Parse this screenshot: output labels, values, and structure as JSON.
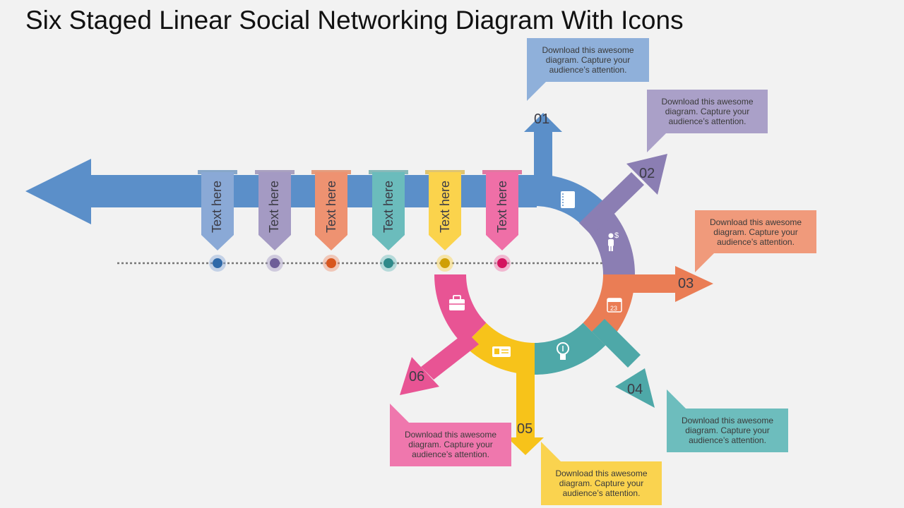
{
  "title": "Six Staged Linear Social Networking Diagram With Icons",
  "colors": {
    "blue": "#5b8fc9",
    "purple": "#8b7eb3",
    "orange": "#ea7d55",
    "teal": "#4ea8a8",
    "yellow": "#f7c31a",
    "pink": "#e85494",
    "salmon": "#ee9271"
  },
  "tabs": [
    {
      "label": "Text here",
      "color": "#8aa9d6",
      "dot": "#2f69a8"
    },
    {
      "label": "Text here",
      "color": "#a49ac3",
      "dot": "#6e5e98"
    },
    {
      "label": "Text here",
      "color": "#ee9271",
      "dot": "#d8561e"
    },
    {
      "label": "Text here",
      "color": "#6bbcbc",
      "dot": "#2f8a8a"
    },
    {
      "label": "Text here",
      "color": "#fbd34c",
      "dot": "#cf9f05"
    },
    {
      "label": "Text here",
      "color": "#ef6fa7",
      "dot": "#d4145f"
    }
  ],
  "stages": [
    {
      "number": "01",
      "icon": "notebook-icon",
      "color": "#5b8fc9",
      "callout": "Download this awesome diagram. Capture your audience’s attention.",
      "callout_color": "#8fb0da"
    },
    {
      "number": "02",
      "icon": "businessman-dollar-icon",
      "color": "#8b7eb3",
      "callout": "Download this awesome diagram. Capture your audience’s attention.",
      "callout_color": "#aaa0c8"
    },
    {
      "number": "03",
      "icon": "calendar-icon",
      "color": "#ea7d55",
      "callout": "Download this awesome diagram. Capture your audience’s attention.",
      "callout_color": "#f09a7b"
    },
    {
      "number": "04",
      "icon": "lightbulb-icon",
      "color": "#4ea8a8",
      "callout": "Download this awesome diagram. Capture your audience’s attention.",
      "callout_color": "#6dbdbd"
    },
    {
      "number": "05",
      "icon": "id-card-icon",
      "color": "#f7c31a",
      "callout": "Download this awesome diagram. Capture your audience’s attention.",
      "callout_color": "#fad34f"
    },
    {
      "number": "06",
      "icon": "briefcase-icon",
      "color": "#e85494",
      "callout": "Download this awesome diagram. Capture your audience’s attention.",
      "callout_color": "#ef77ad"
    }
  ]
}
